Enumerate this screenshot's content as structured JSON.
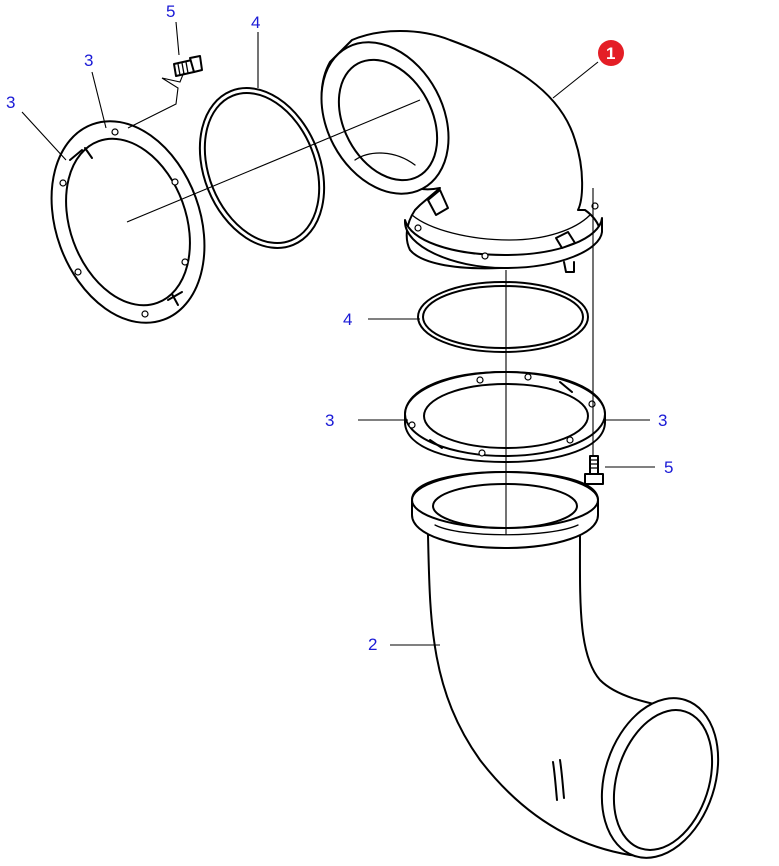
{
  "callouts": {
    "c5_top": "5",
    "c4_top": "4",
    "c3_top": "3",
    "c3_left": "3",
    "c1": "1",
    "c4_mid": "4",
    "c3_mid_left": "3",
    "c3_mid_right": "3",
    "c5_mid": "5",
    "c2": "2"
  },
  "colors": {
    "callout_text": "#1a1ad6",
    "callout_badge": "#e41e26",
    "line": "#000000"
  }
}
